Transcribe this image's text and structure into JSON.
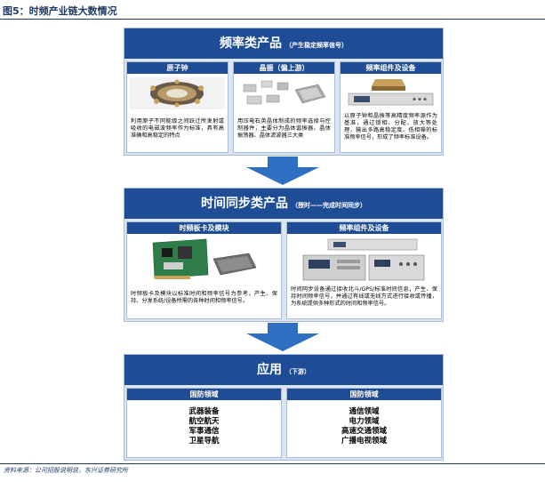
{
  "figure": {
    "title": "图5：时频产业链大数情况",
    "source": "资料来源：公司招股说明说，东兴证券研究所"
  },
  "sections": {
    "freq": {
      "title": "频率类产品",
      "subtitle": "（产生稳定频率信号）",
      "cards": [
        {
          "title": "原子钟",
          "desc": "利用原子不同能级之间跃迁所发射或吸收的电磁波频率作为标准，具有高准确和高稳定的特点"
        },
        {
          "title": "晶振（偏上游）",
          "desc": "用压电石英晶体制成的频率选择与控制器件，主要分为晶体谐振器、晶体振荡器、晶体滤波器三大类"
        },
        {
          "title": "频率组件及设备",
          "desc": "以原子钟和晶振等高精度频率源作为基准，通过锁相、分配、放大等处理，输出多路高稳定度、低相噪的标准频率信号，形成了频率标准设备。"
        }
      ]
    },
    "time": {
      "title": "时间同步类产品",
      "subtitle": "（授时——完成时间同步）",
      "cards": [
        {
          "title": "时频板卡及模块",
          "desc": "时频板卡及模块以标准时间和频率信号为参考，产生、保持、分发系统/设备所需的各种时间和频率信号。"
        },
        {
          "title": "频率组件及设备",
          "desc": "时间同步设备通过接收北斗/GPS/标准时间信息，产生、保持时间频率信号，并通过有线或无线方式进行接收或传播，为系统提供多种形式的时间和频率信号。"
        }
      ]
    },
    "app": {
      "title": "应用",
      "subtitle": "（下游）",
      "cards": [
        {
          "title": "国防领域",
          "items": [
            "武器装备",
            "航空航天",
            "军事通信",
            "卫星导航"
          ]
        },
        {
          "title": "国防领域",
          "items": [
            "通信领域",
            "电力领域",
            "高速交通领域",
            "广播电视领域"
          ]
        }
      ]
    }
  },
  "colors": {
    "header_blue": "#1f4d95",
    "panel_bg": "#dce5f2",
    "arrow": "#2f6fc2"
  }
}
